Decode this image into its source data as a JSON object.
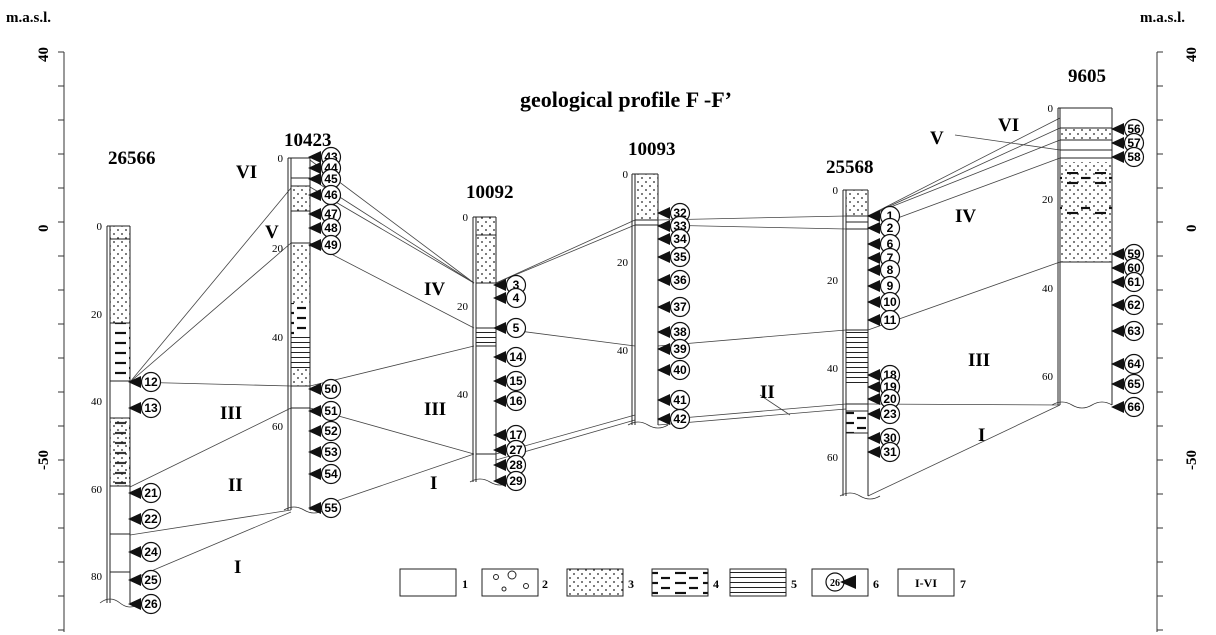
{
  "figure": {
    "title": "geological profile F -F’",
    "axis_label_left": "m.a.s.l.",
    "axis_label_right": "m.a.s.l.",
    "axis_ticks": [
      "40",
      "0",
      "-50"
    ]
  },
  "wells": [
    {
      "id": "26566",
      "depth_ticks": [
        "0",
        "20",
        "40",
        "60",
        "80"
      ],
      "samples": [
        "12",
        "13",
        "21",
        "22",
        "24",
        "25",
        "26"
      ]
    },
    {
      "id": "10423",
      "depth_ticks": [
        "0",
        "20",
        "40",
        "60"
      ],
      "samples": [
        "43",
        "44",
        "45",
        "46",
        "47",
        "48",
        "49",
        "50",
        "51",
        "52",
        "53",
        "54",
        "55"
      ]
    },
    {
      "id": "10092",
      "depth_ticks": [
        "0",
        "20",
        "40"
      ],
      "samples": [
        "3",
        "4",
        "5",
        "14",
        "15",
        "16",
        "17",
        "27",
        "28",
        "29"
      ]
    },
    {
      "id": "10093",
      "depth_ticks": [
        "0",
        "20",
        "40"
      ],
      "samples": [
        "32",
        "33",
        "34",
        "35",
        "36",
        "37",
        "38",
        "39",
        "40",
        "41",
        "42"
      ]
    },
    {
      "id": "25568",
      "depth_ticks": [
        "0",
        "20",
        "40",
        "60"
      ],
      "samples": [
        "1",
        "2",
        "6",
        "7",
        "8",
        "9",
        "10",
        "11",
        "18",
        "19",
        "20",
        "23",
        "30",
        "31"
      ]
    },
    {
      "id": "9605",
      "depth_ticks": [
        "0",
        "20",
        "40",
        "60"
      ],
      "samples": [
        "56",
        "57",
        "58",
        "59",
        "60",
        "61",
        "62",
        "63",
        "64",
        "65",
        "66"
      ]
    }
  ],
  "units": [
    "I",
    "II",
    "III",
    "IV",
    "V",
    "VI"
  ],
  "legend": [
    {
      "key": "1",
      "pattern": "blank"
    },
    {
      "key": "2",
      "pattern": "gravel"
    },
    {
      "key": "3",
      "pattern": "sand"
    },
    {
      "key": "4",
      "pattern": "clayey"
    },
    {
      "key": "5",
      "pattern": "laminated"
    },
    {
      "key": "6",
      "pattern": "sample-marker",
      "sample_text": "26"
    },
    {
      "key": "7",
      "pattern": "unit-label",
      "sample_text": "I-VI"
    }
  ]
}
